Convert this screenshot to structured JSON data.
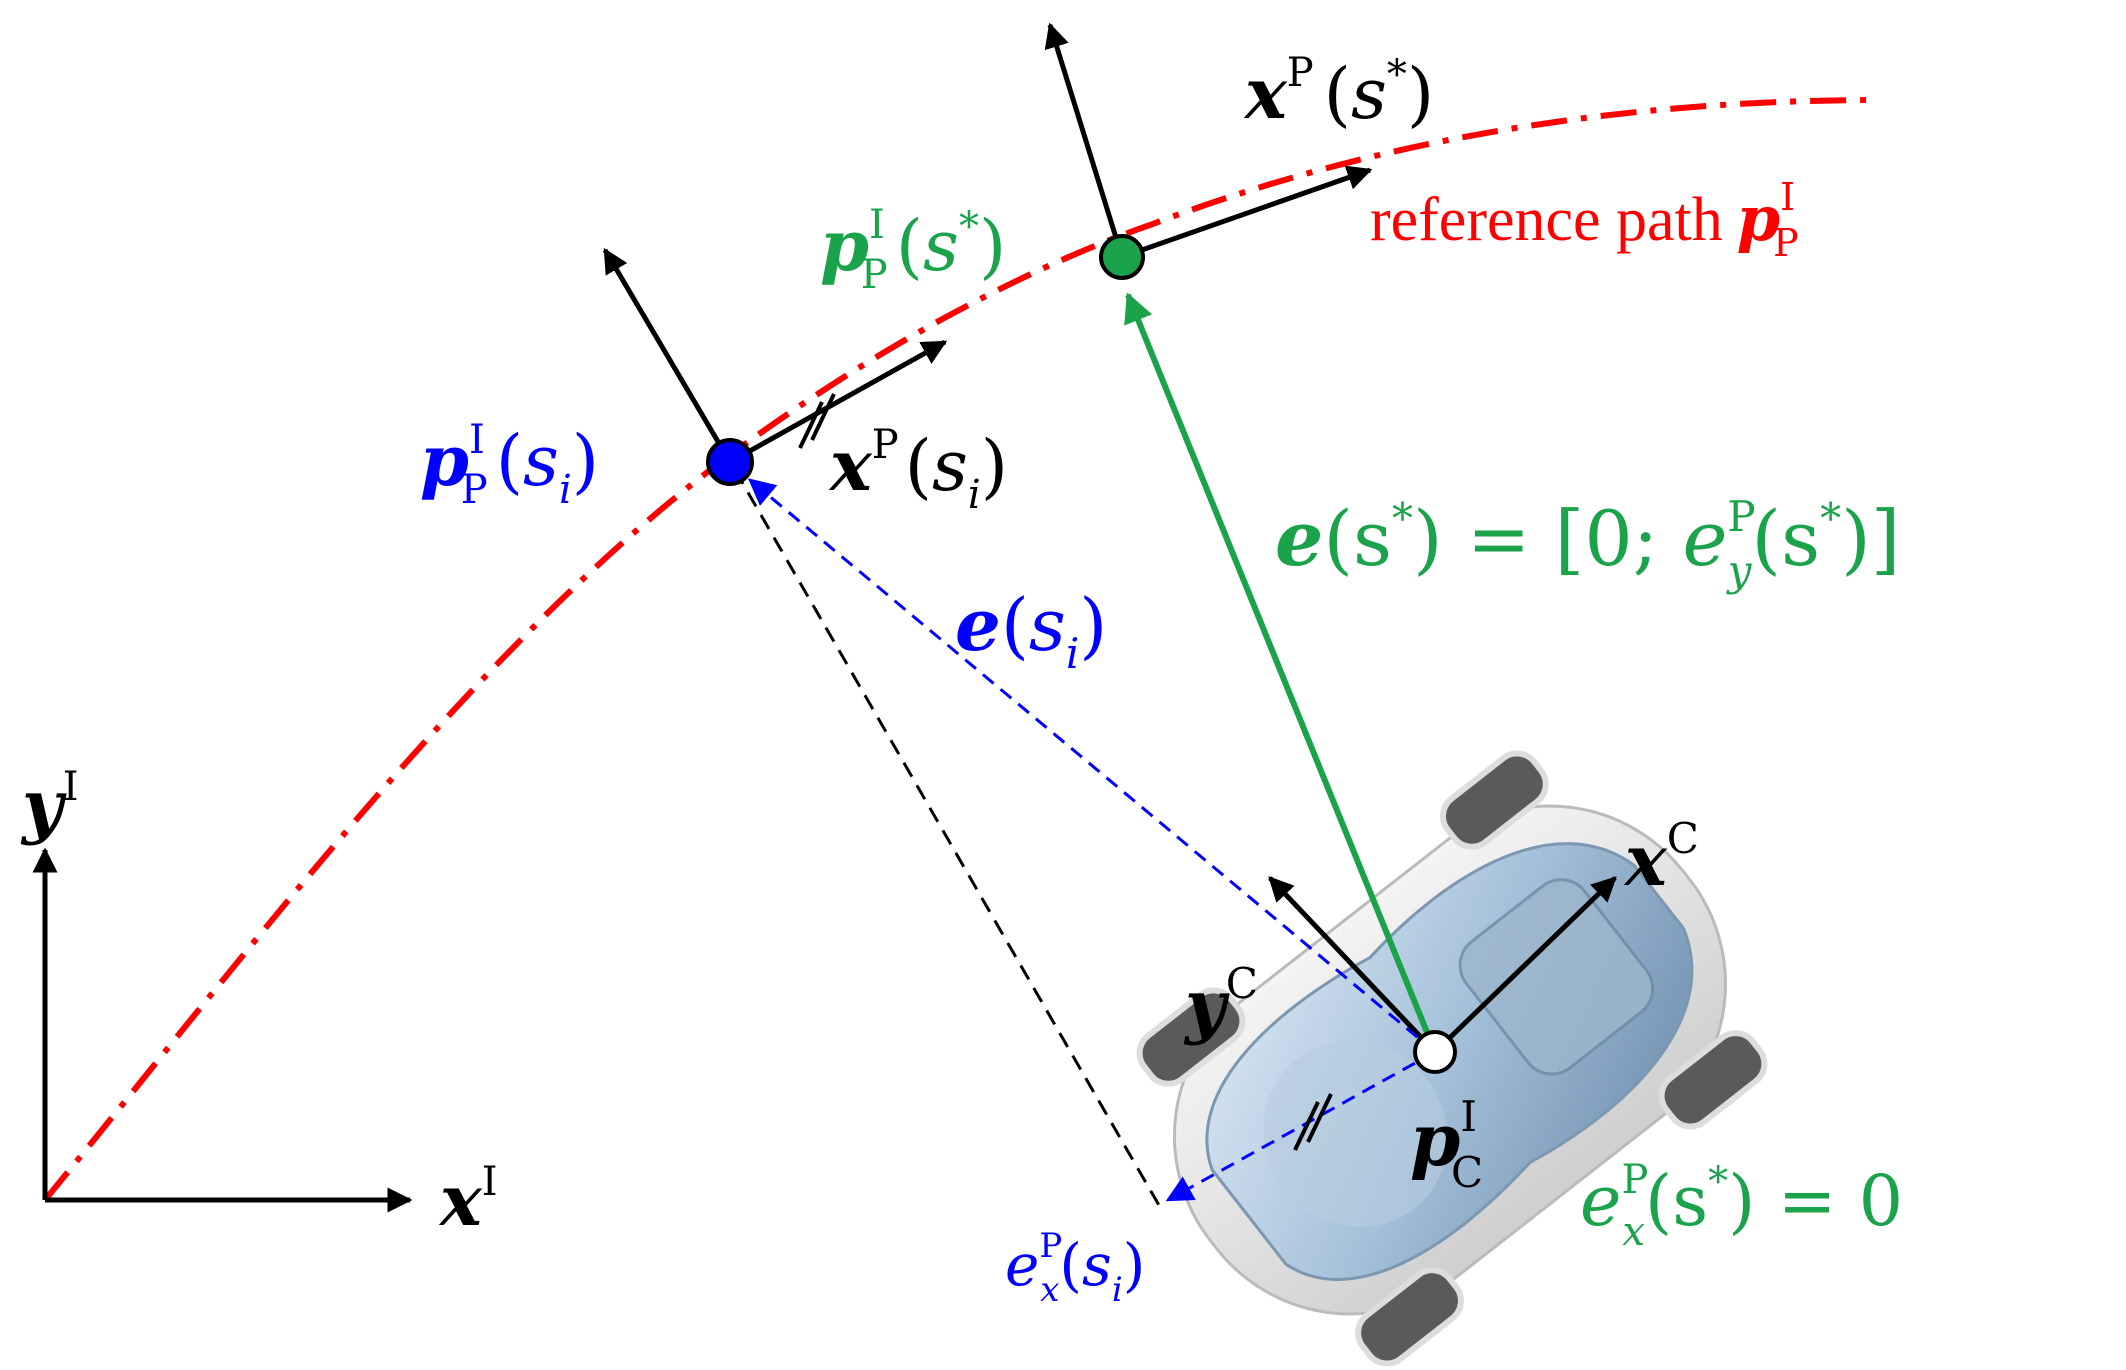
{
  "colors": {
    "reference_path": "#ff0000",
    "blue": "#0000ff",
    "green": "#1aa34a",
    "black": "#000000",
    "car_body": "#a9c4dc",
    "car_outline": "#c8c8c8",
    "wheel": "#5a5a5a"
  },
  "frames": {
    "inertial": {
      "x_sym": "x",
      "y_sym": "y",
      "sup": "I"
    },
    "car": {
      "x_sym": "x",
      "y_sym": "y",
      "sup": "C"
    },
    "path_at_si": {
      "x_sym": "x",
      "sup": "P",
      "arg_open": "(",
      "arg": "s",
      "arg_sub": "i",
      "arg_close": ")"
    },
    "path_at_sstar": {
      "x_sym": "x",
      "sup": "P",
      "arg_open": "(",
      "arg": "s",
      "arg_sup": "*",
      "arg_close": ")"
    }
  },
  "points": {
    "p_si": {
      "sym": "p",
      "sup": "I",
      "sub": "P",
      "arg_open": "(",
      "arg": "s",
      "arg_sub": "i",
      "arg_close": ")"
    },
    "p_sstar": {
      "sym": "p",
      "sup": "I",
      "sub": "P",
      "arg_open": "(",
      "arg": "s",
      "arg_sup": "*",
      "arg_close": ")"
    },
    "p_car": {
      "sym": "p",
      "sup": "I",
      "sub": "C"
    }
  },
  "reference_path_label": {
    "text": "reference path",
    "sym": "p",
    "sup": "I",
    "sub": "P"
  },
  "errors": {
    "e_si": {
      "sym": "e",
      "arg_open": "(",
      "arg": "s",
      "arg_sub": "i",
      "arg_close": ")"
    },
    "e_sstar": {
      "lhs_sym": "e",
      "lhs_arg": "(s",
      "lhs_star": "*",
      "lhs_close": ")",
      "eq": " = [0; ",
      "rhs_sym": "e",
      "rhs_sup": "P",
      "rhs_sub": "y",
      "rhs_arg": "(s",
      "rhs_star": "*",
      "rhs_close": ")]"
    },
    "ex_si": {
      "sym": "e",
      "sup": "P",
      "sub": "x",
      "arg_open": "(",
      "arg": "s",
      "arg_sub": "i",
      "arg_close": ")"
    },
    "ex_sstar": {
      "sym": "e",
      "sup": "P",
      "sub": "x",
      "arg": "(s",
      "arg_star": "*",
      "arg_close": ") = 0"
    }
  }
}
